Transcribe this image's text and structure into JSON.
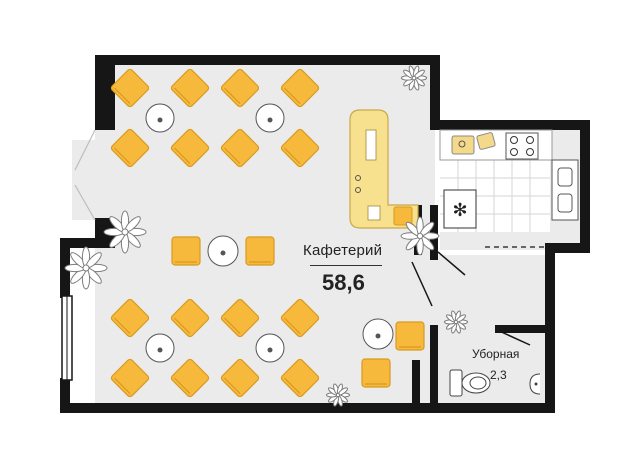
{
  "plan": {
    "rooms": [
      {
        "id": "cafeteria",
        "name": "Кафетерий",
        "area": "58,6"
      },
      {
        "id": "restroom",
        "name": "Уборная",
        "area": "2,3"
      }
    ]
  },
  "colors": {
    "wall": "#161616",
    "floor": "#ebebeb",
    "furniture": "#f6b93b",
    "furniture_stroke": "#d89a1f",
    "counter": "#f7e08e",
    "kitchen_tile": "#ffffff",
    "plant": "#7d7d7d"
  },
  "icons": {
    "snowflake": "snowflake-icon",
    "sink": "sink-icon",
    "stove": "stove-icon",
    "toilet": "toilet-icon",
    "plant": "plant-icon"
  },
  "labels": {
    "main_name": "Кафетерий",
    "main_area": "58,6",
    "wc_name": "Уборная",
    "wc_area": "2,3",
    "freezer_symbol": "✻"
  }
}
